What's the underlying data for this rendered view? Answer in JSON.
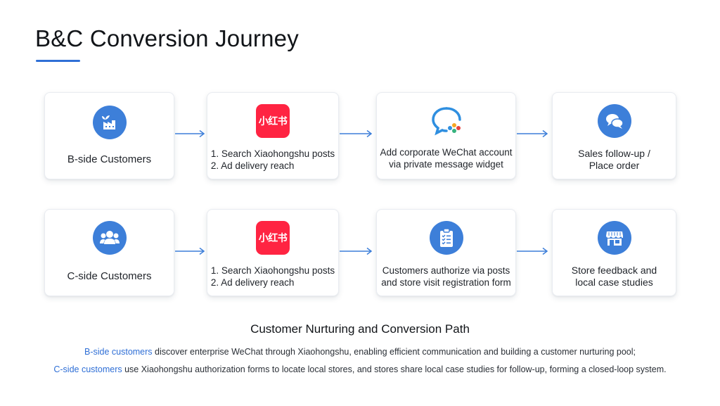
{
  "title": "B&C Conversion Journey",
  "accent_color": "#2f6fd6",
  "rows": [
    {
      "cards": [
        {
          "icon": "factory-icon",
          "text": "B-side Customers"
        },
        {
          "icon": "xiaohongshu-logo",
          "logo_text": "小红书",
          "text": "1. Search Xiaohongshu posts\n2. Ad delivery reach"
        },
        {
          "icon": "wechat-work-icon",
          "text": "Add corporate WeChat account\nvia private message widget"
        },
        {
          "icon": "chat-bubbles-icon",
          "text": "Sales follow-up /\nPlace order"
        }
      ]
    },
    {
      "cards": [
        {
          "icon": "group-icon",
          "text": "C-side Customers"
        },
        {
          "icon": "xiaohongshu-logo",
          "logo_text": "小红书",
          "text": "1. Search Xiaohongshu posts\n2. Ad delivery reach"
        },
        {
          "icon": "clipboard-icon",
          "text": "Customers authorize via posts\nand store visit registration form"
        },
        {
          "icon": "store-icon",
          "text": "Store feedback and\nlocal case studies"
        }
      ]
    }
  ],
  "subtitle": "Customer Nurturing and Conversion Path",
  "descriptions": [
    {
      "highlight": "B-side customers",
      "text": " discover enterprise WeChat through Xiaohongshu, enabling efficient communication and building a customer nurturing pool;"
    },
    {
      "highlight": "C-side customers",
      "text": " use Xiaohongshu authorization forms to locate local stores, and stores share local case studies for follow-up, forming a closed-loop system."
    }
  ]
}
